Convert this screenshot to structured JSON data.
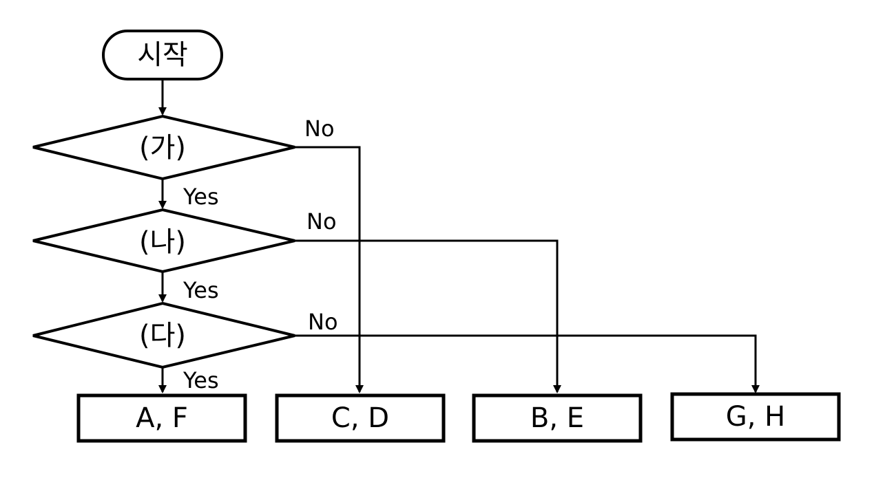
{
  "diagram": {
    "start": "시작",
    "decisions": [
      {
        "label": "(가)",
        "yes": "Yes",
        "no": "No"
      },
      {
        "label": "(나)",
        "yes": "Yes",
        "no": "No"
      },
      {
        "label": "(다)",
        "yes": "Yes",
        "no": "No"
      }
    ],
    "outcomes": [
      {
        "label": "A, F"
      },
      {
        "label": "C, D"
      },
      {
        "label": "B, E"
      },
      {
        "label": "G, H"
      }
    ]
  },
  "colors": {
    "stroke": "#000000",
    "background": "#ffffff"
  }
}
